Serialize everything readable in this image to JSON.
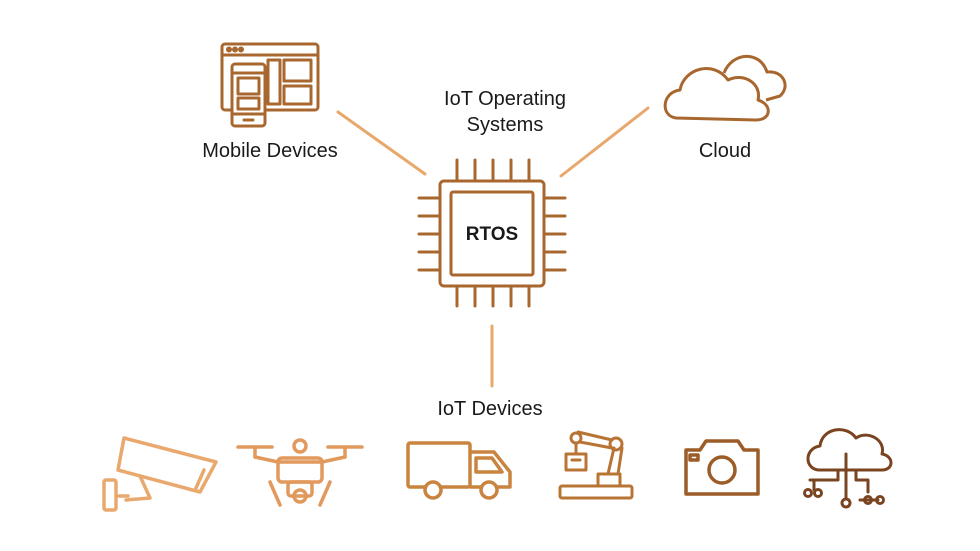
{
  "title": {
    "line1": "IoT Operating",
    "line2": "Systems"
  },
  "nodes": {
    "mobile": "Mobile Devices",
    "cloud": "Cloud",
    "rtos": "RTOS",
    "iot": "IoT Devices"
  },
  "colors": {
    "connector": "#e8a86c",
    "chip": "#a8672e",
    "mobile": "#a8672e",
    "cloud": "#a8672e",
    "camera": "#e9a96e",
    "drone": "#e1995d",
    "truck": "#c9843f",
    "robot-arm": "#b87434",
    "photo-camera": "#9c5c28",
    "cloud-network": "#7a4420"
  },
  "icons": [
    "security-camera-icon",
    "drone-icon",
    "truck-icon",
    "robot-arm-icon",
    "camera-icon",
    "cloud-network-icon"
  ]
}
